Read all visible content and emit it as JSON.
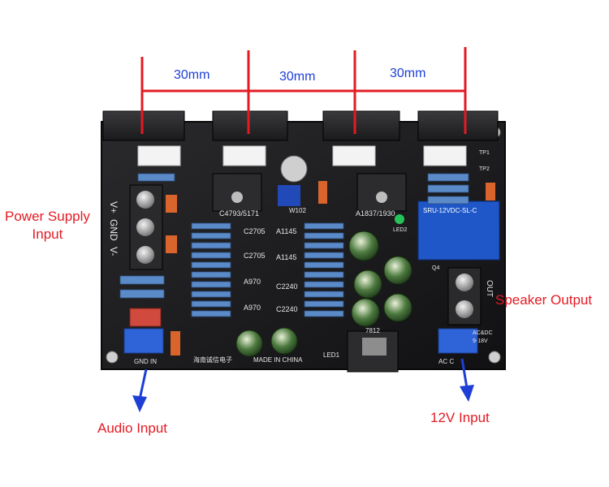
{
  "annotations": {
    "dim_1": "30mm",
    "dim_2": "30mm",
    "dim_3": "30mm",
    "power_supply_input": "Power Supply\nInput",
    "speaker_output": "Speaker Output",
    "audio_input": "Audio Input",
    "twelve_v_input": "12V Input"
  },
  "board_text": {
    "vplus": "V+",
    "gnd": "GND",
    "vminus": "V-",
    "c4793": "C4793/5171",
    "a1837": "A1837/1930",
    "relay": "SRU-12VDC-SL-C",
    "w102": "W102",
    "a1145a": "A1145",
    "a1145b": "A1145",
    "c2705a": "C2705",
    "c2705b": "C2705",
    "a970a": "A970",
    "a970b": "A970",
    "c2240a": "C2240",
    "c2240b": "C2240",
    "made_in": "MADE IN CHINA",
    "gnd_in": "GND IN",
    "ac_c": "AC  C",
    "out": "OUT",
    "led1": "LED1",
    "led2": "LED2",
    "tp1": "TP1",
    "tp2": "TP2",
    "u7812": "7812",
    "chinese": "海南诚信电子",
    "q4": "Q4",
    "ac_dc": "AC&DC",
    "v9_18": "9-18V"
  },
  "colors": {
    "pcb": "#1b1b1d",
    "annotation_red": "#e31b23",
    "annotation_blue": "#1e3fd6",
    "heatsink": "#2a2a2c",
    "relay_blue": "#1f57c8",
    "resistor_blue": "#5b8ac9"
  }
}
